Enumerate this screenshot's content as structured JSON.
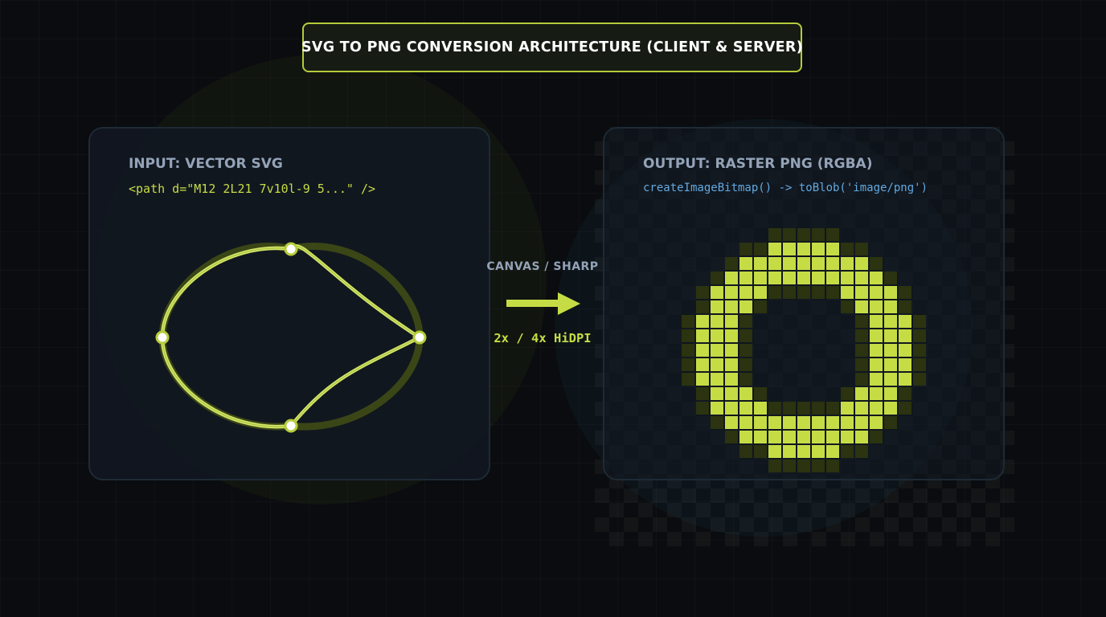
{
  "title": "SVG TO PNG CONVERSION ARCHITECTURE (CLIENT & SERVER)",
  "input_panel": {
    "heading": "INPUT: VECTOR SVG",
    "code": "<path d=\"M12 2L21 7v10l-9 5...\" />"
  },
  "connector": {
    "top_label": "CANVAS / SHARP",
    "bottom_label": "2x / 4x HiDPI"
  },
  "output_panel": {
    "heading": "OUTPUT: RASTER PNG (RGBA)",
    "code": "createImageBitmap() -> toBlob('image/png')"
  },
  "colors": {
    "accent": "#c6dc45",
    "accent_dim": "#2b3310",
    "code_blue": "#62a9e0",
    "heading_gray": "#94a3b8",
    "panel_border": "#1e2a35",
    "background": "#0a0c0f"
  },
  "icons": [
    "vector-path-curve-icon",
    "anchor-point-icon",
    "right-arrow-icon",
    "pixelated-ring-icon"
  ]
}
